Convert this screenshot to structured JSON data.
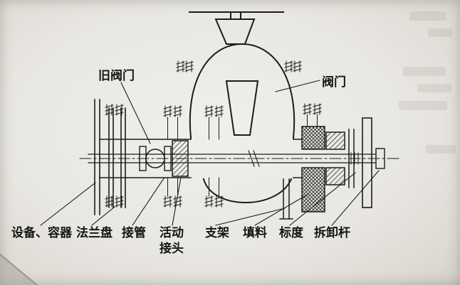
{
  "colors": {
    "ink": "#1c1c1c",
    "paper": "#e9e7e2"
  },
  "diagram": {
    "callouts": {
      "old_valve": "旧阀门",
      "valve": "阀门",
      "equipment_container": "设备、容器",
      "flange_plate": "法兰盘",
      "connecting_pipe": "接管",
      "union_joint_line1": "活动",
      "union_joint_line2": "接头",
      "support": "支架",
      "packing": "填料",
      "scale": "标度",
      "removal_rod": "拆卸杆"
    }
  }
}
